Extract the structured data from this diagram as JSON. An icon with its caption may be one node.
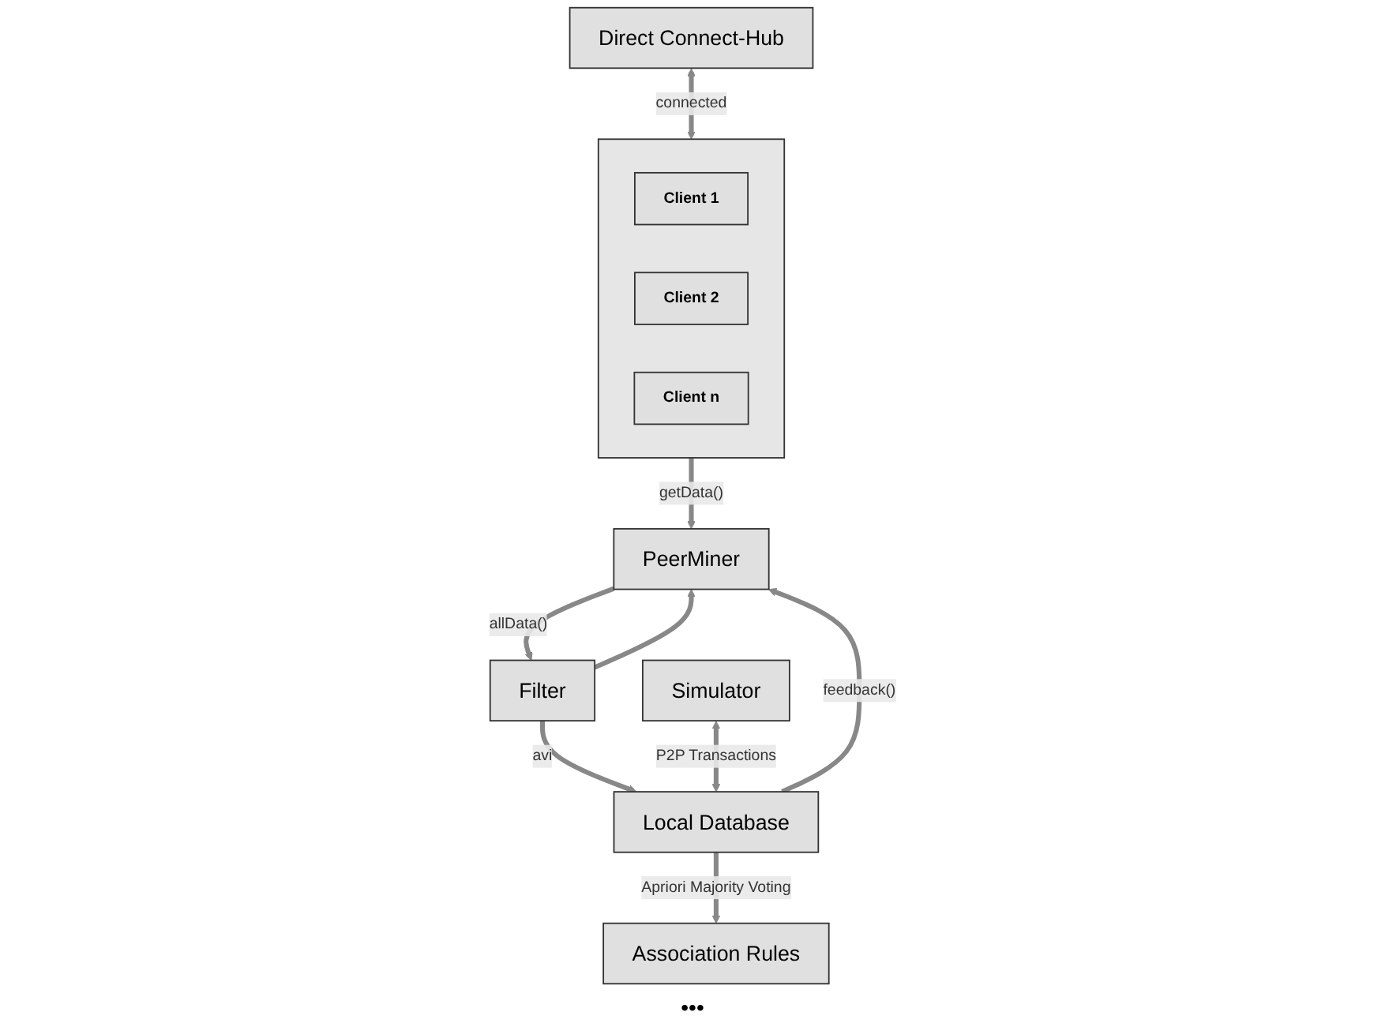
{
  "diagram": {
    "nodes": [
      {
        "text": [
          "Direct Connect-Hub"
        ]
      },
      {
        "text": [],
        "shape": "box"
      },
      {
        "text": [
          "Client 1"
        ],
        "in": 1
      },
      {
        "text": [
          "Client 2"
        ],
        "in": 1
      },
      {
        "text": [
          "Client n"
        ],
        "in": 1
      },
      {
        "text": [
          "PeerMiner"
        ]
      },
      {
        "text": [
          "Filter"
        ]
      },
      {
        "text": [
          "Simulator"
        ]
      },
      {
        "text": [
          "Local Database"
        ]
      },
      {
        "text": [
          "Association Rules"
        ]
      }
    ],
    "edges": [
      {
        "from": 0,
        "to": 1,
        "arrow": "both",
        "label": "connected"
      },
      {
        "from": 1,
        "to": 5,
        "arrow": "to",
        "label": "getData()"
      },
      {
        "from": 5,
        "to": 6,
        "arrow": "to",
        "label": "allData()"
      },
      {
        "from": 6,
        "to": 5,
        "arrow": "to"
      },
      {
        "from": 8,
        "to": 5,
        "arrow": "to",
        "label": "feedback()"
      },
      {
        "from": 6,
        "to": 8,
        "arrow": "to",
        "label": "avi"
      },
      {
        "from": 7,
        "to": 8,
        "arrow": "both",
        "label": "P2P Transactions"
      },
      {
        "from": 8,
        "to": 9,
        "arrow": "to",
        "label": "Apriori Majority Voting"
      }
    ],
    "labels": [
      "•••"
    ]
  }
}
